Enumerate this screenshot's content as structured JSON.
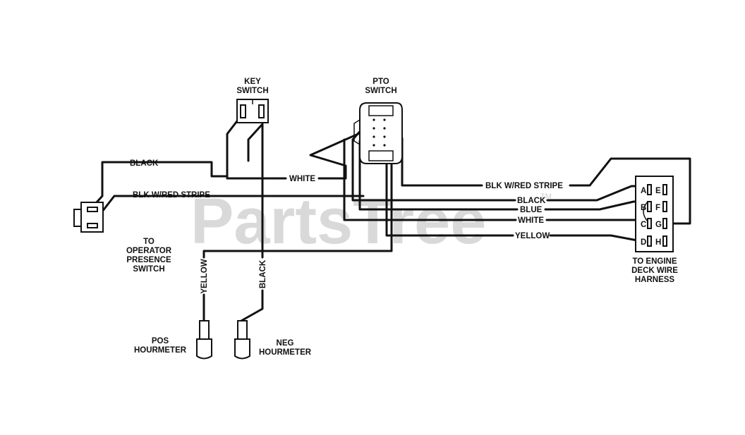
{
  "watermark": {
    "text": "PartsTree",
    "tm": "TM"
  },
  "components": {
    "key_switch": [
      "KEY",
      "SWITCH"
    ],
    "pto_switch": [
      "PTO",
      "SWITCH"
    ],
    "operator_presence": [
      "TO",
      "OPERATOR",
      "PRESENCE",
      "SWITCH"
    ],
    "engine_deck_harness": [
      "TO ENGINE",
      "DECK WIRE",
      "HARNESS"
    ],
    "pos_hourmeter": [
      "POS",
      "HOURMETER"
    ],
    "neg_hourmeter": [
      "NEG",
      "HOURMETER"
    ]
  },
  "wires": {
    "black_left": "BLACK",
    "blk_red_left": "BLK W/RED STRIPE",
    "white_key": "WHITE",
    "blk_red_right": "BLK W/RED STRIPE",
    "black_right": "BLACK",
    "blue": "BLUE",
    "white_right": "WHITE",
    "yellow_right": "YELLOW",
    "yellow_vertical": "YELLOW",
    "black_vertical": "BLACK"
  },
  "connector_pins": {
    "left": [
      "A",
      "B",
      "C",
      "D"
    ],
    "right": [
      "E",
      "F",
      "G",
      "H"
    ]
  }
}
